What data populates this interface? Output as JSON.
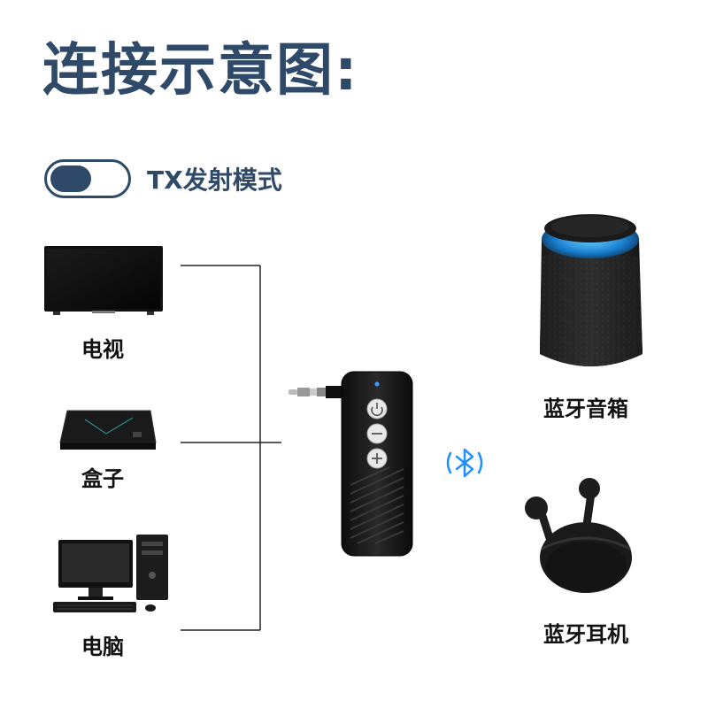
{
  "title": "连接示意图:",
  "mode": {
    "label": "TX发射模式",
    "state": "on",
    "accent": "#2f4a68"
  },
  "sources": [
    {
      "name": "电视",
      "icon": "tv-icon"
    },
    {
      "name": "盒子",
      "icon": "set-top-box-icon"
    },
    {
      "name": "电脑",
      "icon": "desktop-computer-icon"
    }
  ],
  "transmitter": {
    "icon": "bluetooth-transmitter-icon",
    "buttons": [
      "power-icon",
      "minus-icon",
      "plus-icon"
    ]
  },
  "link": {
    "icon": "bluetooth-icon",
    "color": "#1e90ff"
  },
  "targets": [
    {
      "name": "蓝牙音箱",
      "icon": "bluetooth-speaker-icon"
    },
    {
      "name": "蓝牙耳机",
      "icon": "bluetooth-earbuds-icon"
    }
  ]
}
